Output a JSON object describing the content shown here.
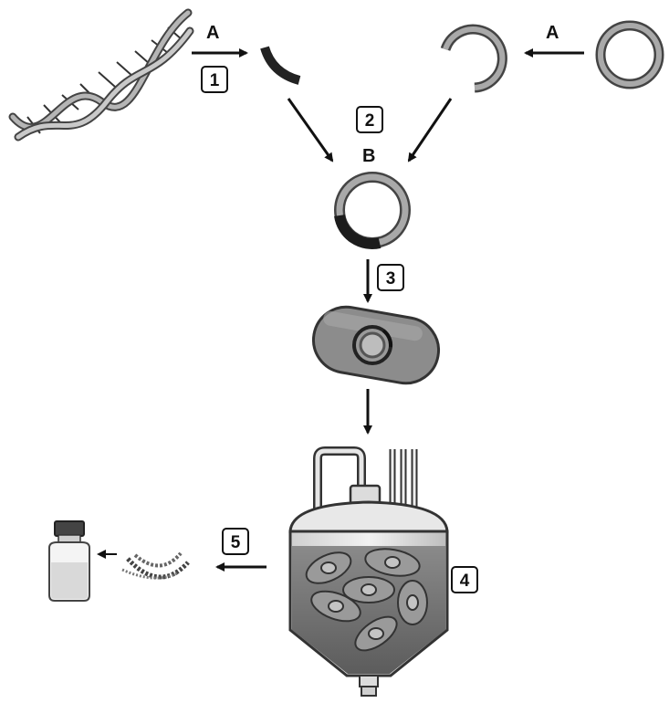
{
  "labels": {
    "enzyme_a_left": "A",
    "enzyme_a_right": "A",
    "ligase_b": "B"
  },
  "steps": [
    "1",
    "2",
    "3",
    "4",
    "5"
  ]
}
